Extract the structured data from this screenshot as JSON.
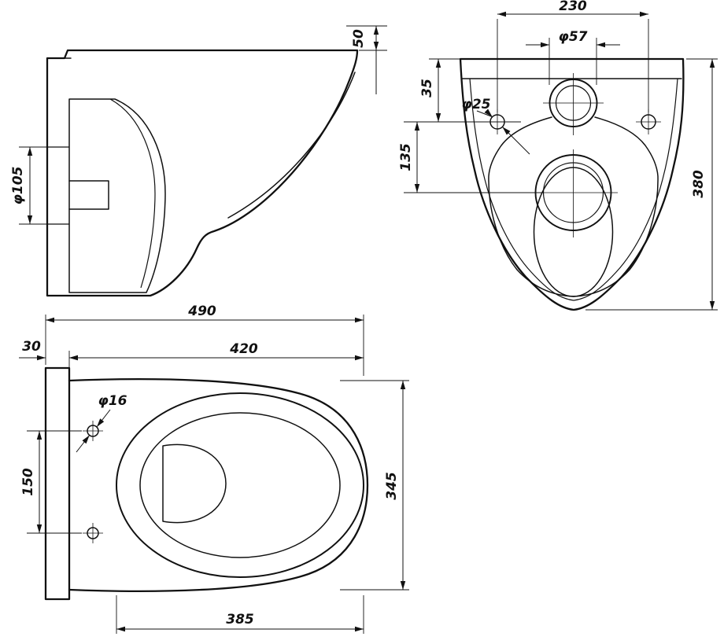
{
  "drawing": {
    "background": "#ffffff",
    "line_color": "#111111",
    "side_view": {
      "dim_rim_height": "50",
      "dim_outlet_diameter": "φ105"
    },
    "rear_view": {
      "dim_fixing_hole_spacing": "230",
      "dim_inlet_diameter": "φ57",
      "dim_top_to_fixing_holes": "35",
      "dim_fixing_hole_diameter": "φ25",
      "dim_holes_to_outlet": "135",
      "dim_overall_height": "380"
    },
    "plan_view": {
      "dim_overall_depth": "490",
      "dim_plate_thickness": "30",
      "dim_body_depth": "420",
      "dim_fixing_hole_diameter": "φ16",
      "dim_fixing_hole_spacing": "150",
      "dim_overall_width": "345",
      "dim_bowl_length": "385"
    }
  }
}
